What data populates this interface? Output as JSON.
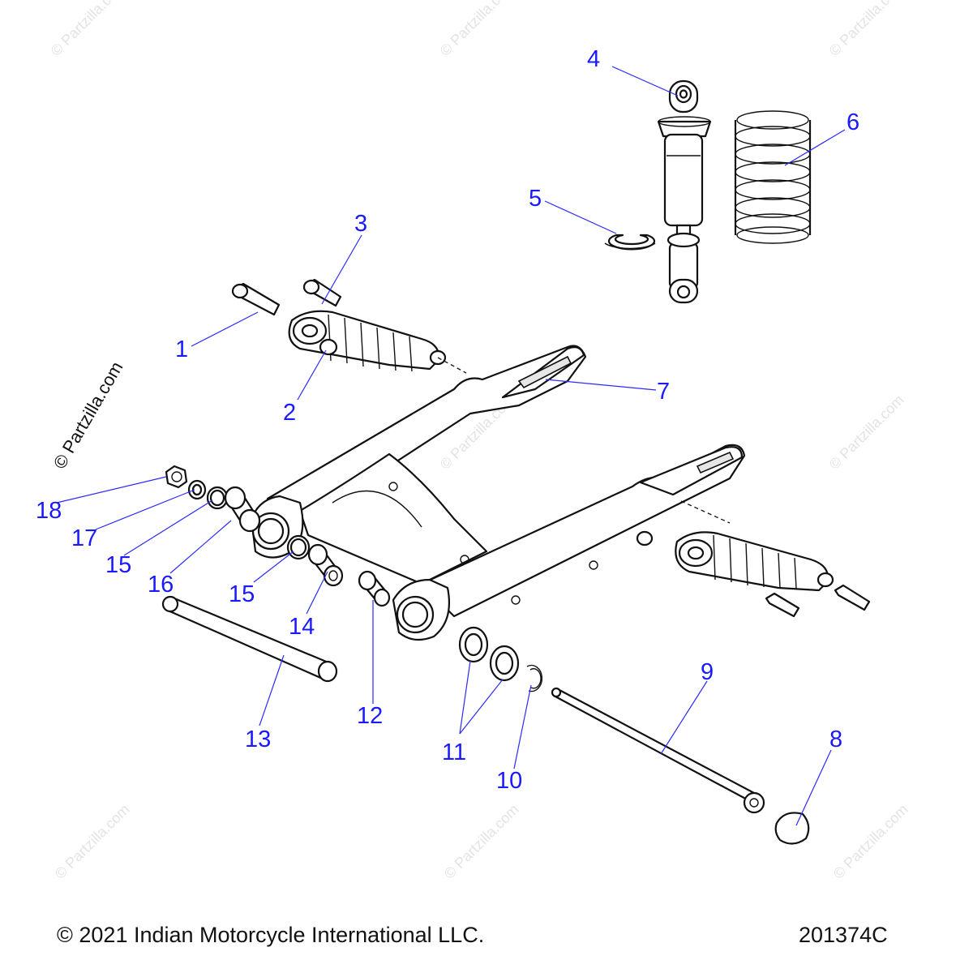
{
  "copyright": "© 2021 Indian Motorcycle International LLC.",
  "drawing_number": "201374C",
  "side_watermark": "© Partzilla.com",
  "tile_watermark": "© Partzilla.com",
  "callouts": [
    "1",
    "2",
    "3",
    "4",
    "5",
    "6",
    "7",
    "8",
    "9",
    "10",
    "11",
    "12",
    "13",
    "14",
    "15",
    "15",
    "16",
    "17",
    "18"
  ],
  "colors": {
    "callout": "#1a1aff",
    "outline": "#111111",
    "watermark": "#e3e3e3"
  }
}
